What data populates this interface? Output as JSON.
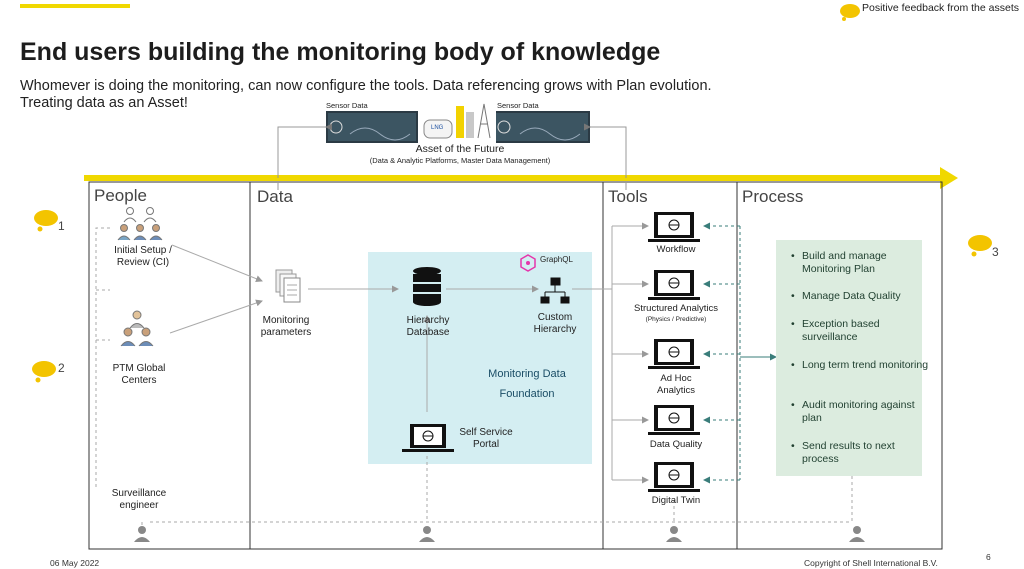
{
  "header": {
    "title": "End users building the monitoring body of knowledge",
    "subtitle_line1": "Whomever is doing the monitoring, can now configure the tools.  Data referencing grows with Plan evolution.",
    "subtitle_line2": "Treating data as an Asset!",
    "accent_color": "#f0d800"
  },
  "feedback": {
    "label": "Positive feedback from the assets"
  },
  "asset": {
    "sensor_label_left": "Sensor Data",
    "sensor_label_right": "Sensor Data",
    "lng_label": "LNG",
    "title": "Asset of the Future",
    "subtitle": "(Data & Analytic Platforms, Master Data Management)"
  },
  "lanes": {
    "people": "People",
    "data": "Data",
    "tools": "Tools",
    "process": "Process"
  },
  "markers": [
    "1",
    "2",
    "3"
  ],
  "people": {
    "initial_setup": "Initial Setup / Review (CI)",
    "ptm_global": "PTM Global Centers",
    "surveillance": "Surveillance engineer"
  },
  "data": {
    "monitoring_parameters": "Monitoring parameters",
    "hierarchy_database": "Hierarchy Database",
    "custom_hierarchy": "Custom Hierarchy",
    "graphql": "GraphQL",
    "foundation": "Monitoring Data Foundation",
    "self_service": "Self Service Portal",
    "foundation_color": "#d4eef2"
  },
  "tools": {
    "workflow": "Workflow",
    "structured": "Structured Analytics",
    "structured_sub": "(Physics / Predictive)",
    "adhoc": "Ad Hoc Analytics",
    "quality": "Data Quality",
    "twin": "Digital Twin"
  },
  "process": {
    "box_color": "#dcecdf",
    "items": [
      "Build and manage Monitoring Plan",
      "Manage Data Quality",
      "Exception based surveillance",
      "Long term trend monitoring",
      "Audit monitoring against plan",
      "Send results to next process"
    ]
  },
  "footer": {
    "date": "06 May 2022",
    "copyright": "Copyright of Shell International B.V.",
    "page": "6"
  }
}
